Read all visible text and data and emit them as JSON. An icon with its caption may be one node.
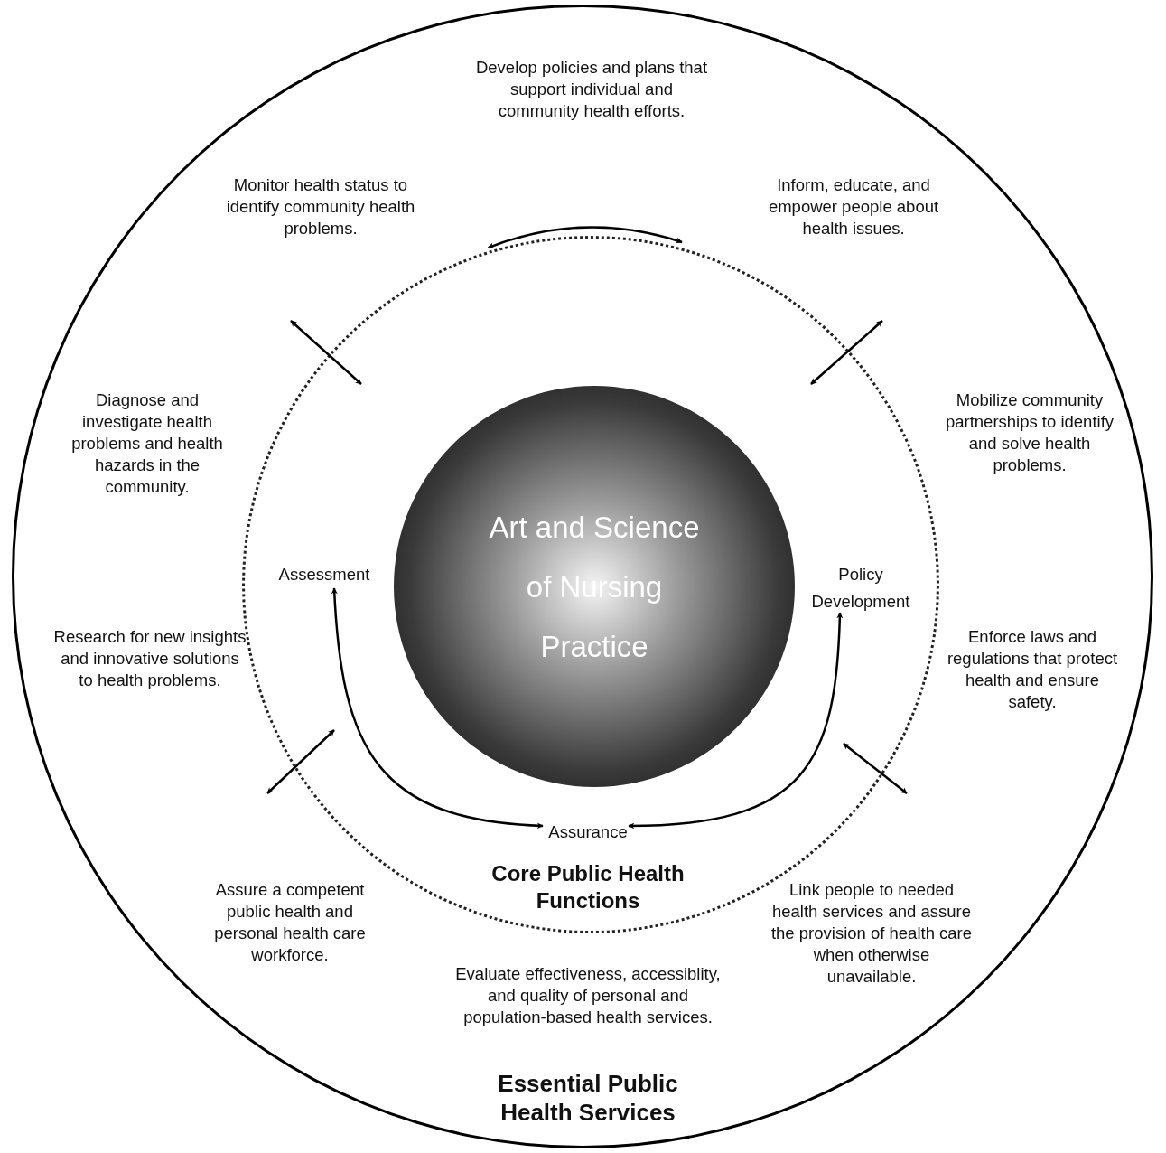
{
  "diagram": {
    "nodes": [
      {
        "text": [
          "Essential Public Health Services"
        ]
      },
      {
        "text": [
          "Core Public Health Functions"
        ],
        "in": 0
      },
      {
        "text": [
          "Art and Science of Nursing Practice"
        ],
        "in": 1
      },
      {
        "text": [
          "Assessment"
        ],
        "in": 1
      },
      {
        "text": [
          "Policy Development"
        ],
        "in": 1
      },
      {
        "text": [
          "Assurance"
        ],
        "in": 1
      },
      {
        "text": [
          "Develop policies and plans that support individual and community health efforts."
        ],
        "in": 0
      },
      {
        "text": [
          "Monitor health status to identify community health problems."
        ],
        "in": 0
      },
      {
        "text": [
          "Inform, educate, and empower people about health issues."
        ],
        "in": 0
      },
      {
        "text": [
          "Diagnose and investigate health problems and health hazards in the community."
        ],
        "in": 0
      },
      {
        "text": [
          "Mobilize community partnerships to identify and solve health problems."
        ],
        "in": 0
      },
      {
        "text": [
          "Research for new insights and innovative solutions to health problems."
        ],
        "in": 0
      },
      {
        "text": [
          "Enforce laws and regulations that protect health and ensure safety."
        ],
        "in": 0
      },
      {
        "text": [
          "Assure a competent public health and personal health care workforce."
        ],
        "in": 0
      },
      {
        "text": [
          "Link people to needed health services and assure the provision of health care when otherwise unavailable."
        ],
        "in": 0
      },
      {
        "text": [
          "Evaluate effectiveness, accessiblity, and quality of personal and population-based health services."
        ],
        "in": 0
      }
    ],
    "edges": [
      {
        "from": 1,
        "to": null,
        "arrow": "both"
      },
      {
        "from": 3,
        "to": 5,
        "arrow": "both"
      },
      {
        "from": 4,
        "to": 5,
        "arrow": "both"
      }
    ]
  }
}
